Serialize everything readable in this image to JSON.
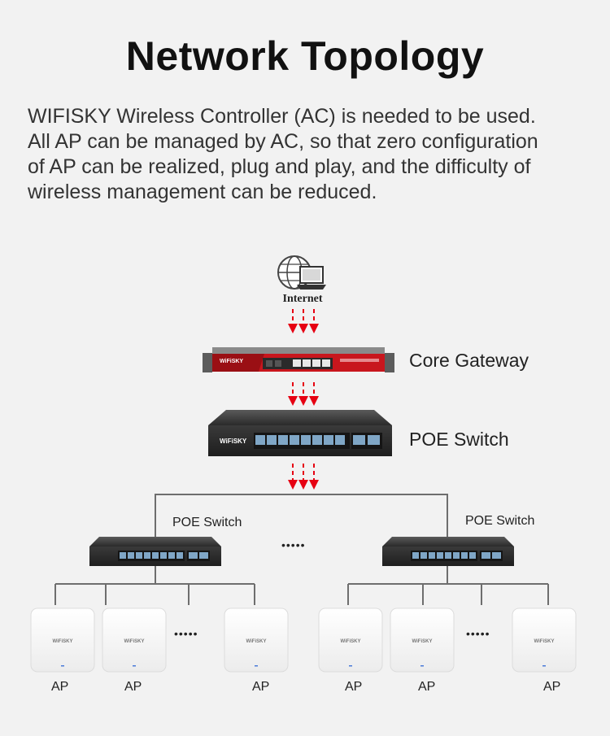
{
  "title": "Network Topology",
  "description": [
    "WIFISKY Wireless Controller (AC) is needed to be used.",
    "All AP can be managed by AC, so that zero configuration",
    "of AP can be realized, plug and play, and the difficulty of",
    "wireless management can be reduced."
  ],
  "internet_label": "Internet",
  "core_gateway": {
    "label": "Core Gateway",
    "brand": "WiFiSKY"
  },
  "main_switch": {
    "label": "POE Switch",
    "brand": "WiFiSKY"
  },
  "sub_switches": [
    {
      "label": "POE Switch"
    },
    {
      "label": "POE Switch"
    }
  ],
  "ellipsis": "•••••",
  "ap_brand": "WiFiSKY",
  "ap_label": "AP",
  "colors": {
    "background": "#f2f2f2",
    "gateway_red": "#c8161d",
    "arrow_red": "#e60012",
    "switch_dark": "#2b2b2b",
    "line": "#6e6e6e"
  }
}
